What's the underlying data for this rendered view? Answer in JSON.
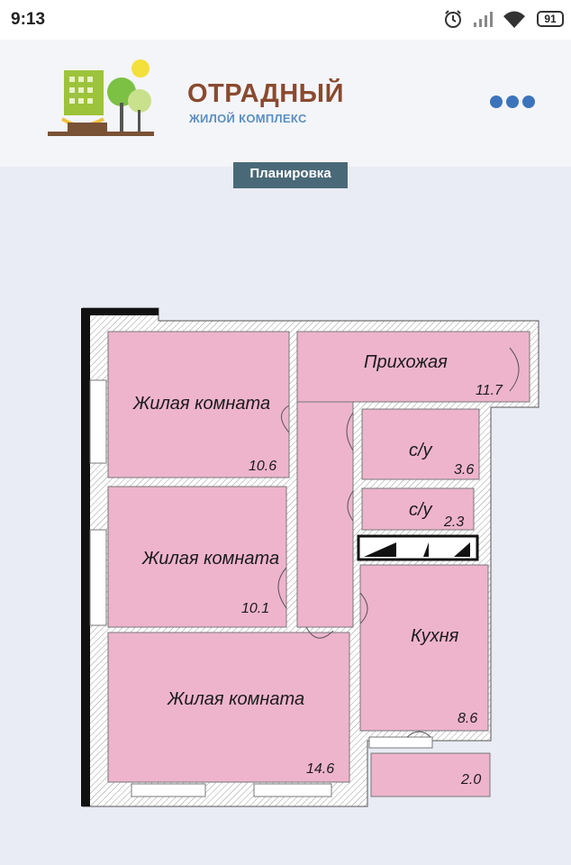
{
  "status_bar": {
    "time": "9:13",
    "battery": "91",
    "icons": [
      "alarm-icon",
      "signal-icon",
      "wifi-icon",
      "battery-icon"
    ]
  },
  "header": {
    "brand_title": "ОТРАДНЫЙ",
    "brand_subtitle": "ЖИЛОЙ КОМПЛЕКС",
    "menu_icon": "more-dots-icon"
  },
  "tab": {
    "label": "Планировка"
  },
  "floor_plan": {
    "rooms": [
      {
        "name": "Жилая комната",
        "area": "10.6"
      },
      {
        "name": "Прихожая",
        "area": "11.7"
      },
      {
        "name": "с/у",
        "area": "3.6"
      },
      {
        "name": "с/у",
        "area": "2.3"
      },
      {
        "name": "Жилая комната",
        "area": "10.1"
      },
      {
        "name": "Кухня",
        "area": "8.6"
      },
      {
        "name": "Жилая комната",
        "area": "14.6"
      },
      {
        "name": "",
        "area": "2.0"
      }
    ]
  },
  "colors": {
    "room_fill": "#eeb4cc",
    "brand_brown": "#8a4a2f",
    "brand_blue": "#5a8fc2",
    "menu_blue": "#3c74bb",
    "tab_bg": "#4a6978"
  }
}
